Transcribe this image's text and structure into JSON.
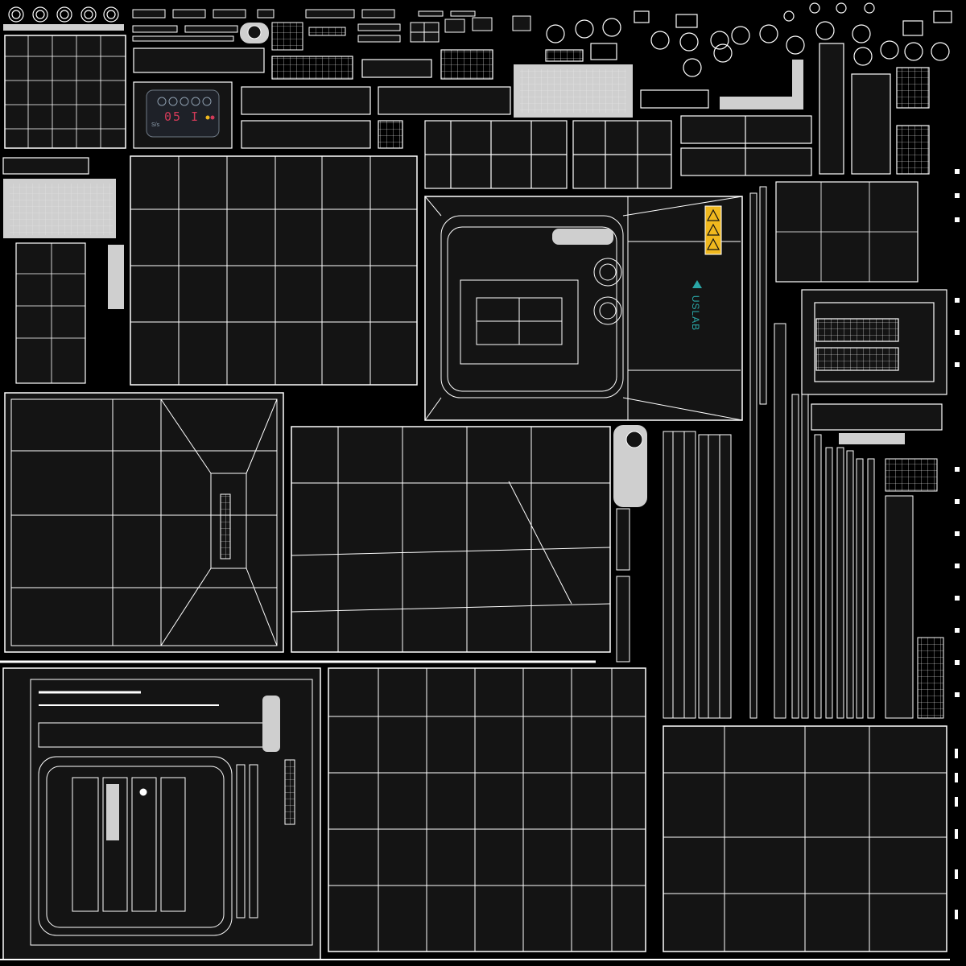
{
  "image": {
    "kind": "uv-wireframe-texture-atlas",
    "background_color": "#000000",
    "island_fill_color": "#141414",
    "wire_color": "#ffffff",
    "highlight_color": "#cfcfcf"
  },
  "display_panel": {
    "readout": "05 I",
    "indicator_color": "#d23a58",
    "small_label": "S/s"
  },
  "brand": {
    "logo_text": "USLAB",
    "logo_color": "#2aa7a7"
  },
  "warning_labels": {
    "count": 3,
    "color": "#f0b81e",
    "icon": "warning-triangle-icon"
  }
}
